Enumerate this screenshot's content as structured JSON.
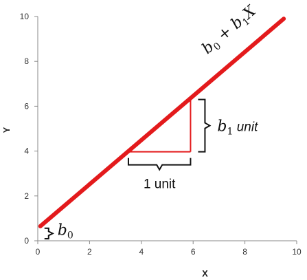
{
  "chart_data": {
    "type": "line",
    "title": "",
    "xlabel": "X",
    "ylabel": "Y",
    "xlim": [
      0,
      10
    ],
    "ylim": [
      0,
      10
    ],
    "x_ticks": [
      "0",
      "2",
      "4",
      "6",
      "8",
      "10"
    ],
    "y_ticks": [
      "0",
      "2",
      "4",
      "6",
      "8",
      "10"
    ],
    "grid": false,
    "series": [
      {
        "x": [
          0.1,
          9.5
        ],
        "y": [
          0.65,
          9.9
        ],
        "color": "#e31a1c"
      }
    ],
    "annotations": {
      "line_label": {
        "main": "b",
        "sub0": "0",
        "plus": " + ",
        "main2": "b",
        "sub1": "1",
        "var": "X"
      },
      "intercept_label": {
        "main": "b",
        "sub": "0"
      },
      "run_label": "1 unit",
      "rise_label": {
        "main": "b",
        "sub": "1",
        "suffix": " unit"
      }
    },
    "slope_triangle": {
      "x0": 3.5,
      "x1": 5.9,
      "y0": 3.97,
      "y1": 6.3
    },
    "intercept_brace": {
      "x": 0.1,
      "y0": 0.0,
      "y1": 0.65
    },
    "colors": {
      "line": "#e31a1c",
      "triangle": "#e31a1c",
      "axis": "#888888"
    }
  }
}
